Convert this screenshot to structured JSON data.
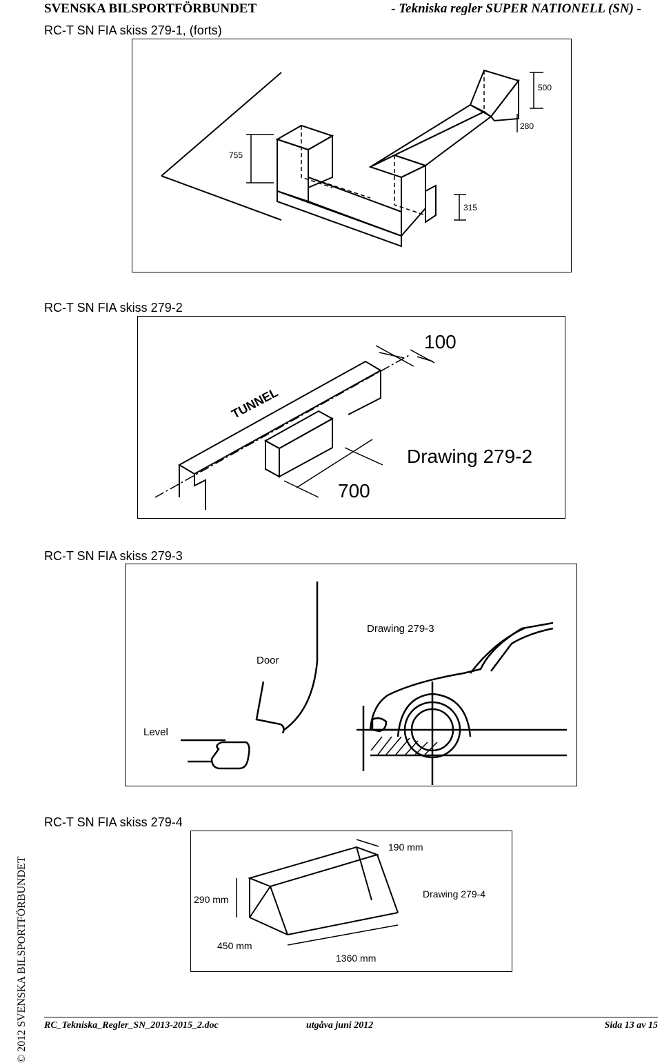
{
  "header": {
    "org": "SVENSKA BILSPORTFÖRBUNDET",
    "title": "- Tekniska regler SUPER NATIONELL (SN) -"
  },
  "sections": [
    {
      "caption": "RC-T SN FIA skiss 279-1, (forts)",
      "labels": [
        "500",
        "280",
        "755",
        "315"
      ]
    },
    {
      "caption": "RC-T SN FIA skiss 279-2",
      "labels": [
        "100",
        "TUNNEL",
        "Drawing 279-2",
        "700"
      ]
    },
    {
      "caption": "RC-T SN FIA skiss 279-3",
      "labels": [
        "Drawing 279-3",
        "Door",
        "Level"
      ]
    },
    {
      "caption": "RC-T SN FIA skiss 279-4",
      "labels": [
        "190 mm",
        "290 mm",
        "Drawing 279-4",
        "450 mm",
        "1360 mm"
      ]
    }
  ],
  "side_text": "© 2012 SVENSKA BILSPORTFÖRBUNDET",
  "footer": {
    "file": "RC_Tekniska_Regler_SN_2013-2015_2.doc",
    "edition": "utgåva juni 2012",
    "page": "Sida 13 av 15"
  }
}
